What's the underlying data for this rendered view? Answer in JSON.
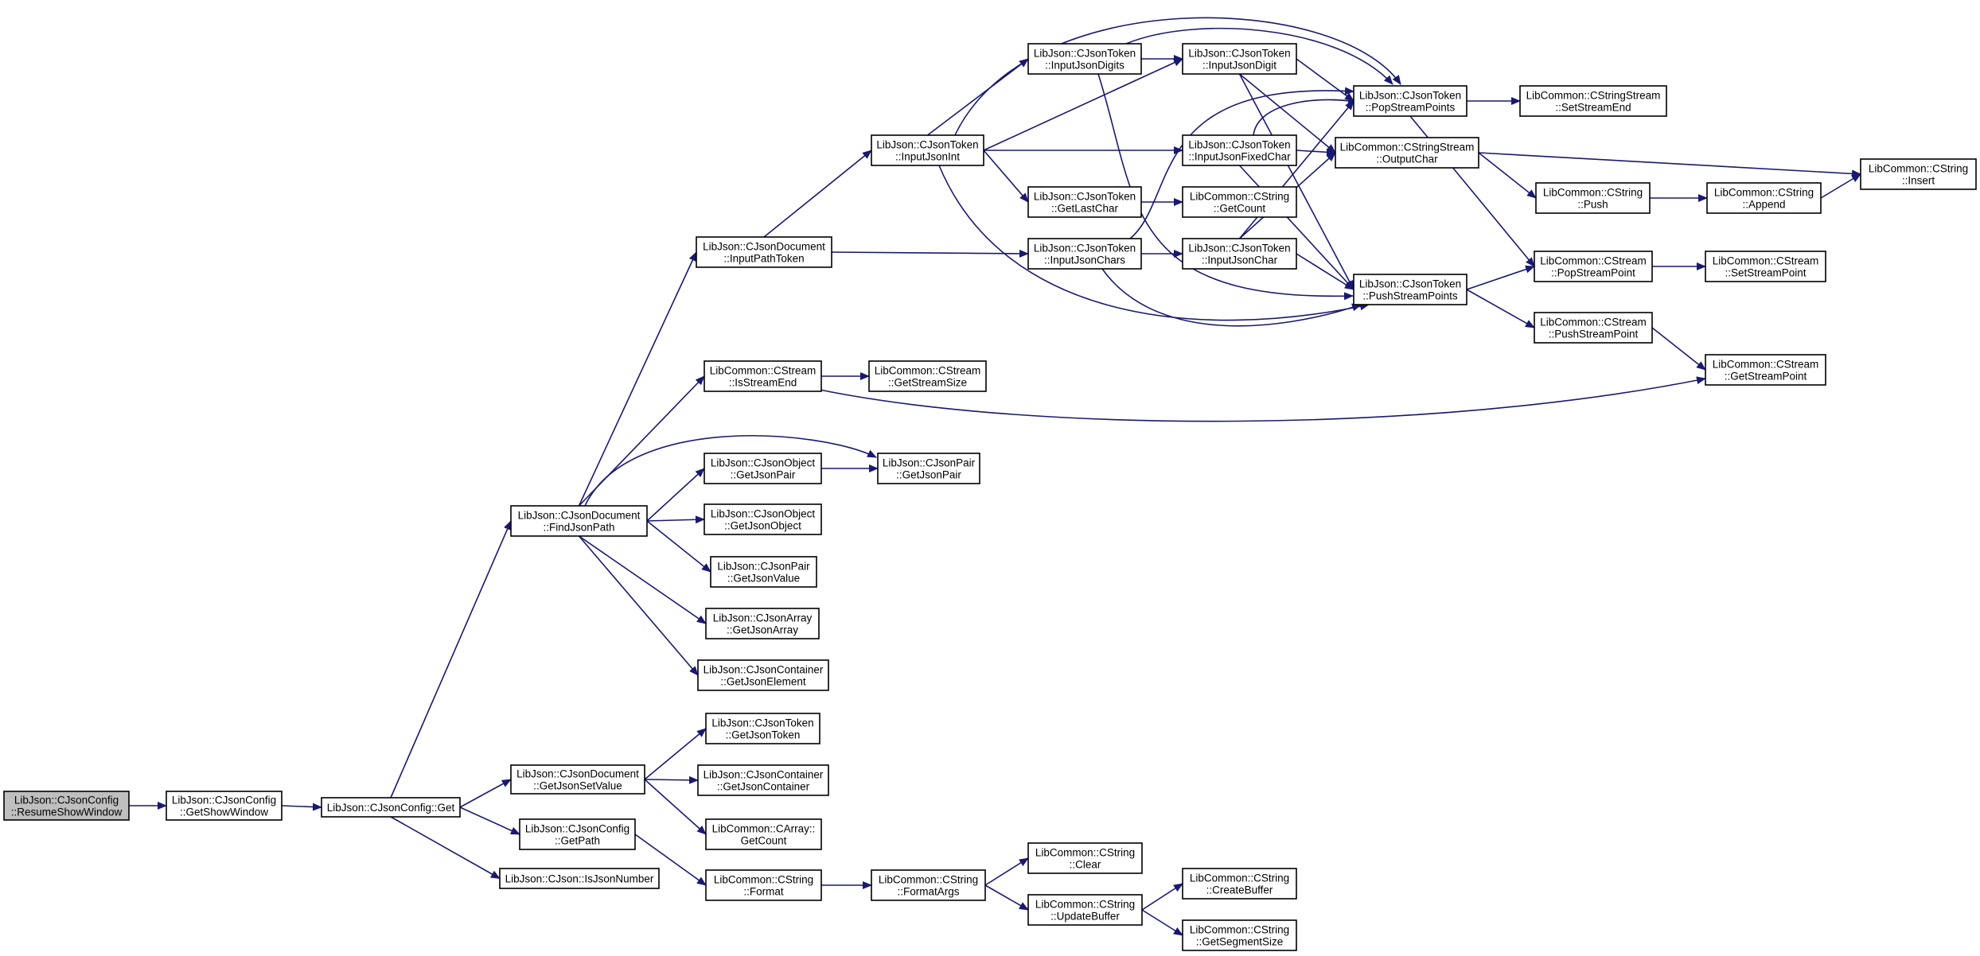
{
  "colors": {
    "edge": "#191970",
    "root_fill": "#bfbfbf",
    "node_fill": "#ffffff",
    "node_border": "#000000"
  },
  "nodes": [
    {
      "id": "n1",
      "lines": [
        "LibJson::CJsonConfig",
        "::ResumeShowWindow"
      ],
      "root": true
    },
    {
      "id": "n2",
      "lines": [
        "LibJson::CJsonConfig",
        "::GetShowWindow"
      ]
    },
    {
      "id": "n3",
      "lines": [
        "LibJson::CJsonConfig::Get"
      ]
    },
    {
      "id": "n4",
      "lines": [
        "LibJson::CJsonDocument",
        "::FindJsonPath"
      ]
    },
    {
      "id": "n5",
      "lines": [
        "LibJson::CJsonDocument",
        "::GetJsonSetValue"
      ]
    },
    {
      "id": "n6",
      "lines": [
        "LibJson::CJsonConfig",
        "::GetPath"
      ]
    },
    {
      "id": "n7",
      "lines": [
        "LibJson::CJson::IsJsonNumber"
      ]
    },
    {
      "id": "n8",
      "lines": [
        "LibJson::CJsonDocument",
        "::InputPathToken"
      ]
    },
    {
      "id": "n9",
      "lines": [
        "LibCommon::CStream",
        "::IsStreamEnd"
      ]
    },
    {
      "id": "n10",
      "lines": [
        "LibJson::CJsonObject",
        "::GetJsonPair"
      ]
    },
    {
      "id": "n11",
      "lines": [
        "LibJson::CJsonObject",
        "::GetJsonObject"
      ]
    },
    {
      "id": "n12",
      "lines": [
        "LibJson::CJsonPair",
        "::GetJsonValue"
      ]
    },
    {
      "id": "n13",
      "lines": [
        "LibJson::CJsonArray",
        "::GetJsonArray"
      ]
    },
    {
      "id": "n14",
      "lines": [
        "LibJson::CJsonContainer",
        "::GetJsonElement"
      ]
    },
    {
      "id": "n15",
      "lines": [
        "LibJson::CJsonToken",
        "::GetJsonToken"
      ]
    },
    {
      "id": "n16",
      "lines": [
        "LibJson::CJsonContainer",
        "::GetJsonContainer"
      ]
    },
    {
      "id": "n17",
      "lines": [
        "LibCommon::CArray::",
        "GetCount"
      ]
    },
    {
      "id": "n18",
      "lines": [
        "LibCommon::CString",
        "::Format"
      ]
    },
    {
      "id": "n19",
      "lines": [
        "LibJson::CJsonToken",
        "::InputJsonInt"
      ]
    },
    {
      "id": "n20",
      "lines": [
        "LibJson::CJsonToken",
        "::InputJsonChars"
      ]
    },
    {
      "id": "n21",
      "lines": [
        "LibCommon::CStream",
        "::GetStreamSize"
      ]
    },
    {
      "id": "n22",
      "lines": [
        "LibJson::CJsonPair",
        "::GetJsonPair"
      ]
    },
    {
      "id": "n23",
      "lines": [
        "LibCommon::CStream",
        "::GetStreamPoint"
      ]
    },
    {
      "id": "n24",
      "lines": [
        "LibCommon::CString",
        "::FormatArgs"
      ]
    },
    {
      "id": "n25",
      "lines": [
        "LibJson::CJsonToken",
        "::InputJsonDigits"
      ]
    },
    {
      "id": "n26",
      "lines": [
        "LibJson::CJsonToken",
        "::InputJsonDigit"
      ]
    },
    {
      "id": "n27",
      "lines": [
        "LibJson::CJsonToken",
        "::InputJsonFixedChar"
      ]
    },
    {
      "id": "n28",
      "lines": [
        "LibJson::CJsonToken",
        "::GetLastChar"
      ]
    },
    {
      "id": "n29",
      "lines": [
        "LibJson::CJsonToken",
        "::PopStreamPoints"
      ]
    },
    {
      "id": "n30",
      "lines": [
        "LibJson::CJsonToken",
        "::PushStreamPoints"
      ]
    },
    {
      "id": "n31",
      "lines": [
        "LibJson::CJsonToken",
        "::InputJsonChar"
      ]
    },
    {
      "id": "n32",
      "lines": [
        "LibCommon::CString",
        "::Clear"
      ]
    },
    {
      "id": "n33",
      "lines": [
        "LibCommon::CString",
        "::UpdateBuffer"
      ]
    },
    {
      "id": "n34",
      "lines": [
        "LibCommon::CString",
        "::GetCount"
      ]
    },
    {
      "id": "n35",
      "lines": [
        "LibCommon::CStringStream",
        "::SetStreamEnd"
      ]
    },
    {
      "id": "n36",
      "lines": [
        "LibCommon::CStringStream",
        "::OutputChar"
      ]
    },
    {
      "id": "n37",
      "lines": [
        "LibCommon::CString",
        "::Push"
      ]
    },
    {
      "id": "n38",
      "lines": [
        "LibCommon::CStream",
        "::PopStreamPoint"
      ]
    },
    {
      "id": "n39",
      "lines": [
        "LibCommon::CStream",
        "::PushStreamPoint"
      ]
    },
    {
      "id": "n40",
      "lines": [
        "LibCommon::CString",
        "::CreateBuffer"
      ]
    },
    {
      "id": "n41",
      "lines": [
        "LibCommon::CString",
        "::GetSegmentSize"
      ]
    },
    {
      "id": "n42",
      "lines": [
        "LibCommon::CString",
        "::Append"
      ]
    },
    {
      "id": "n43",
      "lines": [
        "LibCommon::CStream",
        "::SetStreamPoint"
      ]
    },
    {
      "id": "n44",
      "lines": [
        "LibCommon::CString",
        "::Insert"
      ]
    }
  ],
  "edges": [
    [
      "n1",
      "n2"
    ],
    [
      "n2",
      "n3"
    ],
    [
      "n3",
      "n4"
    ],
    [
      "n3",
      "n5"
    ],
    [
      "n3",
      "n6"
    ],
    [
      "n3",
      "n7"
    ],
    [
      "n4",
      "n8"
    ],
    [
      "n4",
      "n9"
    ],
    [
      "n4",
      "n10"
    ],
    [
      "n4",
      "n11"
    ],
    [
      "n4",
      "n12"
    ],
    [
      "n4",
      "n13"
    ],
    [
      "n4",
      "n14"
    ],
    [
      "n4",
      "n22"
    ],
    [
      "n5",
      "n15"
    ],
    [
      "n5",
      "n16"
    ],
    [
      "n5",
      "n17"
    ],
    [
      "n6",
      "n18"
    ],
    [
      "n18",
      "n24"
    ],
    [
      "n24",
      "n32"
    ],
    [
      "n24",
      "n33"
    ],
    [
      "n33",
      "n40"
    ],
    [
      "n33",
      "n41"
    ],
    [
      "n8",
      "n19"
    ],
    [
      "n8",
      "n20"
    ],
    [
      "n9",
      "n21"
    ],
    [
      "n9",
      "n23"
    ],
    [
      "n10",
      "n22"
    ],
    [
      "n19",
      "n25"
    ],
    [
      "n19",
      "n26"
    ],
    [
      "n19",
      "n27"
    ],
    [
      "n19",
      "n28"
    ],
    [
      "n19",
      "n29"
    ],
    [
      "n19",
      "n30"
    ],
    [
      "n20",
      "n31"
    ],
    [
      "n20",
      "n29"
    ],
    [
      "n20",
      "n30"
    ],
    [
      "n25",
      "n26"
    ],
    [
      "n25",
      "n29"
    ],
    [
      "n25",
      "n30"
    ],
    [
      "n26",
      "n29"
    ],
    [
      "n26",
      "n36"
    ],
    [
      "n26",
      "n30"
    ],
    [
      "n27",
      "n29"
    ],
    [
      "n27",
      "n36"
    ],
    [
      "n27",
      "n30"
    ],
    [
      "n28",
      "n34"
    ],
    [
      "n31",
      "n29"
    ],
    [
      "n31",
      "n36"
    ],
    [
      "n31",
      "n30"
    ],
    [
      "n29",
      "n35"
    ],
    [
      "n29",
      "n38"
    ],
    [
      "n30",
      "n38"
    ],
    [
      "n30",
      "n39"
    ],
    [
      "n36",
      "n37"
    ],
    [
      "n36",
      "n44"
    ],
    [
      "n37",
      "n42"
    ],
    [
      "n42",
      "n44"
    ],
    [
      "n38",
      "n43"
    ],
    [
      "n39",
      "n23"
    ]
  ]
}
